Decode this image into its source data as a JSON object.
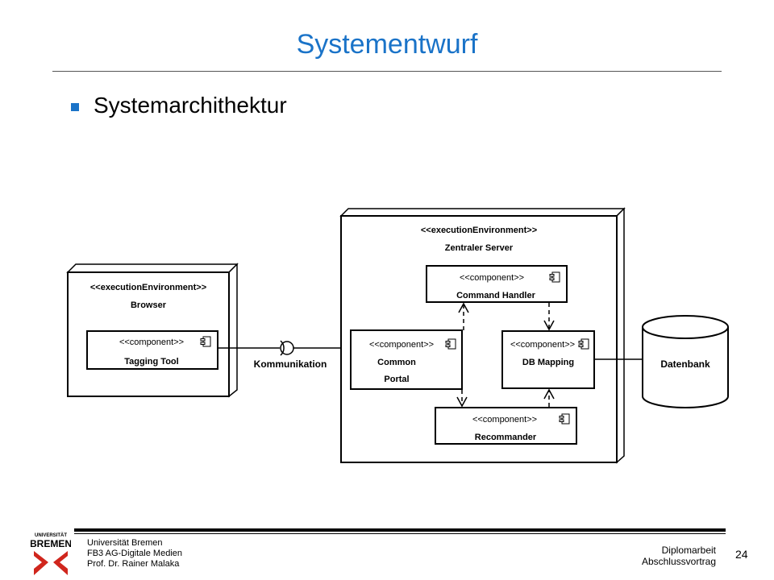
{
  "slide": {
    "title": "Systementwurf",
    "bullet": "Systemarchithektur"
  },
  "diagram": {
    "browser_env": {
      "stereotype": "<<executionEnvironment>>",
      "name": "Browser"
    },
    "server_env": {
      "stereotype": "<<executionEnvironment>>",
      "name": "Zentraler Server"
    },
    "components": {
      "tagging_tool": {
        "stereotype": "<<component>>",
        "name": "Tagging Tool"
      },
      "command_handler": {
        "stereotype": "<<component>>",
        "name": "Command Handler"
      },
      "common_portal": {
        "stereotype": "<<component>>",
        "name_line1": "Common",
        "name_line2": "Portal"
      },
      "db_mapping": {
        "stereotype": "<<component>>",
        "name": "DB Mapping"
      },
      "recommander": {
        "stereotype": "<<component>>",
        "name": "Recommander"
      }
    },
    "interface_label": "Kommunikation",
    "database_label": "Datenbank"
  },
  "footer": {
    "institution": "Universität Bremen",
    "department": "FB3 AG-Digitale Medien",
    "professor": "Prof. Dr. Rainer Malaka",
    "doc_line1": "Diplomarbeit",
    "doc_line2": "Abschlussvortrag",
    "page": "24",
    "logo_top": "UNIVERSITÄT",
    "logo_bottom": "BREMEN"
  },
  "colors": {
    "title": "#1a73c8",
    "bullet": "#1a73c8",
    "lines": "#000000"
  }
}
